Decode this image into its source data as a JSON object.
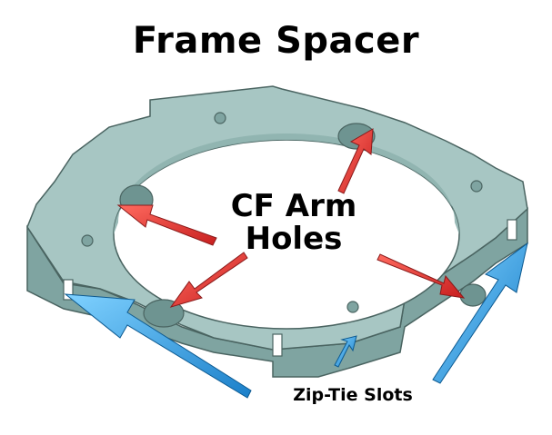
{
  "title": "Frame Spacer",
  "labels": {
    "cf_arm_holes_line1": "CF Arm",
    "cf_arm_holes_line2": "Holes",
    "zip_tie_slots": "Zip-Tie Slots"
  },
  "colors": {
    "part_fill": "#a7c6c3",
    "part_dark": "#7fa4a1",
    "part_edge": "#4a6461",
    "red_arrow": "#e0302f",
    "blue_arrow": "#2f9de0"
  }
}
